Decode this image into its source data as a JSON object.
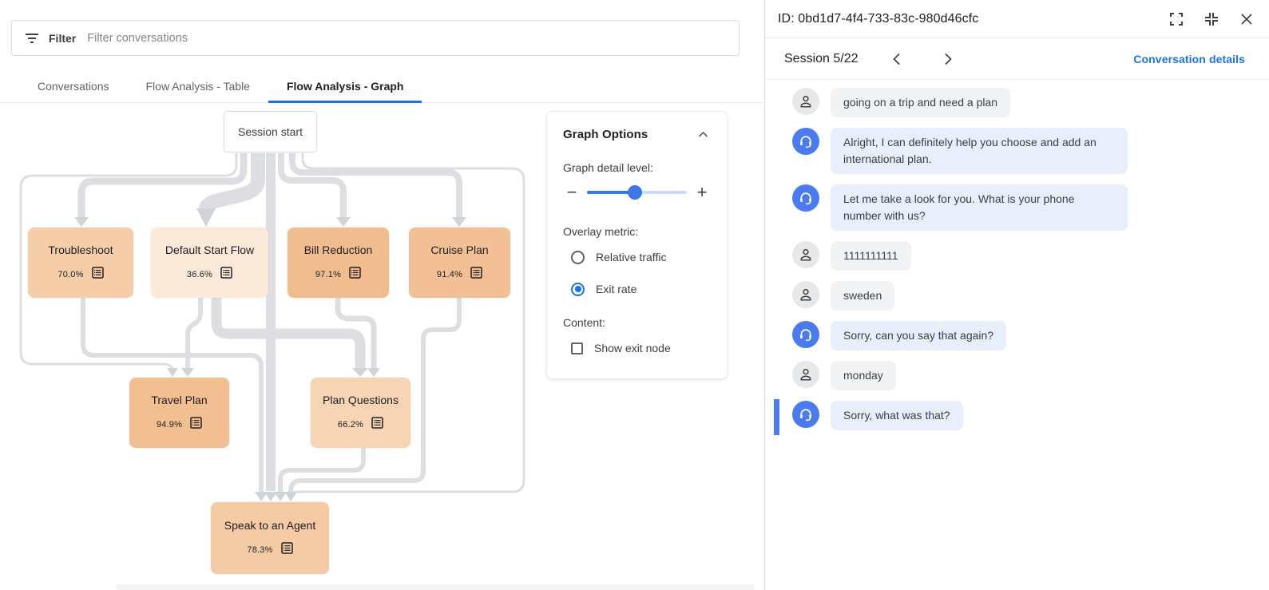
{
  "left_panel": {
    "filter": {
      "label": "Filter",
      "placeholder": "Filter conversations"
    },
    "tabs": [
      {
        "label": "Conversations",
        "active": false
      },
      {
        "label": "Flow Analysis - Table",
        "active": false
      },
      {
        "label": "Flow Analysis - Graph",
        "active": true
      }
    ],
    "graph": {
      "start_node_label": "Session start",
      "overlay_metric_shown": "Exit rate",
      "nodes": [
        {
          "label": "Troubleshoot",
          "exit_rate": "70.0%",
          "color": "#f5cda9"
        },
        {
          "label": "Default Start Flow",
          "exit_rate": "36.6%",
          "color": "#fbe9d9"
        },
        {
          "label": "Bill Reduction",
          "exit_rate": "97.1%",
          "color": "#f1bd8e"
        },
        {
          "label": "Cruise Plan",
          "exit_rate": "91.4%",
          "color": "#f2c094"
        },
        {
          "label": "Travel Plan",
          "exit_rate": "94.9%",
          "color": "#f2bf91"
        },
        {
          "label": "Plan Questions",
          "exit_rate": "66.2%",
          "color": "#f6d4b4"
        },
        {
          "label": "Speak to an Agent",
          "exit_rate": "78.3%",
          "color": "#f4cba4"
        }
      ],
      "options": {
        "title": "Graph Options",
        "detail_label": "Graph detail level:",
        "zoom_out": "−",
        "zoom_in": "+",
        "slider_value_pct": 48,
        "overlay_label": "Overlay metric:",
        "radios": [
          {
            "label": "Relative traffic",
            "selected": false
          },
          {
            "label": "Exit rate",
            "selected": true
          }
        ],
        "content_label": "Content:",
        "checkbox_label": "Show exit node",
        "checkbox_checked": false
      }
    }
  },
  "right_panel": {
    "title": "ID: 0bd1d7-4f4-733-83c-980d46cfc",
    "session_label": "Session 5/22",
    "details_link": "Conversation details",
    "messages": [
      {
        "sender": "user",
        "text": "going on a trip and need a plan",
        "selected": false
      },
      {
        "sender": "bot",
        "text": "Alright, I can definitely help you choose and add an international plan.",
        "selected": false
      },
      {
        "sender": "bot",
        "text": "Let me take a look for you. What is your phone number with us?",
        "selected": false
      },
      {
        "sender": "user",
        "text": "1111111111",
        "selected": false
      },
      {
        "sender": "user",
        "text": "sweden",
        "selected": false
      },
      {
        "sender": "bot",
        "text": "Sorry, can you say that again?",
        "selected": false
      },
      {
        "sender": "user",
        "text": "monday",
        "selected": false
      },
      {
        "sender": "bot",
        "text": "Sorry, what was that?",
        "selected": true
      }
    ]
  },
  "colors": {
    "accent_blue": "#1a73e8",
    "avatar_bot_blue": "#4a7bf0",
    "bubble_bot": "#e8eefb",
    "bubble_user": "#f1f3f4",
    "edge_gray": "#d9dbde"
  }
}
